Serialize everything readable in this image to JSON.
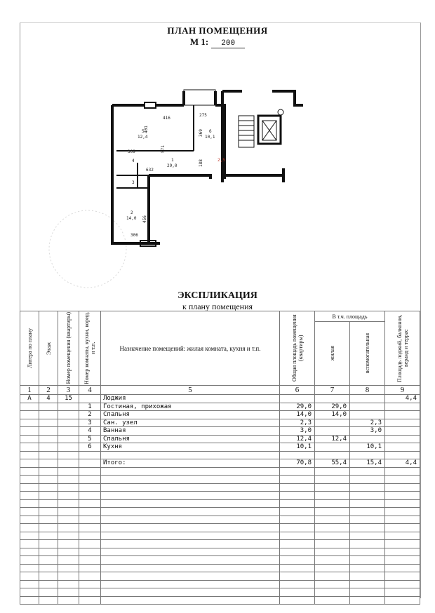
{
  "header": {
    "title": "ПЛАН ПОМЕЩЕНИЯ",
    "scale_prefix": "М 1:",
    "scale_value": "200"
  },
  "plan": {
    "rooms": [
      {
        "no": "5",
        "area": "12,4"
      },
      {
        "no": "6",
        "area": "10,1"
      },
      {
        "no": "1",
        "area": "29,0"
      },
      {
        "no": "4",
        "area": ""
      },
      {
        "no": "3",
        "area": ""
      },
      {
        "no": "2",
        "area": "14,0"
      }
    ],
    "dims": [
      "416",
      "275",
      "401",
      "369",
      "571",
      "309",
      "188",
      "632",
      "456",
      "306"
    ],
    "door_mark": "2,5"
  },
  "explication": {
    "title": "ЭКСПЛИКАЦИЯ",
    "subtitle": "к плану помещения",
    "headers": {
      "c1": "Литера по плану",
      "c2": "Этаж",
      "c3": "Номер помещения (квартиры)",
      "c4": "Номер комнаты, кухни, корид. и т.п.",
      "c5": "Назначение помещений: жилая комната, кухня и т.п.",
      "c6": "Общая площадь помещения (квартиры)",
      "group": "В т.ч. площадь",
      "c7": "жилая",
      "c8": "вспомогательная",
      "c9": "Площадь лоджий, балконов, веранд и террас"
    },
    "col_numbers": [
      "1",
      "2",
      "3",
      "4",
      "5",
      "6",
      "7",
      "8",
      "9"
    ],
    "rows": [
      {
        "lit": "А",
        "floor": "4",
        "apt": "15",
        "room": "",
        "name": "Лоджия",
        "total": "",
        "living": "",
        "aux": "",
        "loggia": "4,4"
      },
      {
        "lit": "",
        "floor": "",
        "apt": "",
        "room": "1",
        "name": "Гостиная, прихожая",
        "total": "29,0",
        "living": "29,0",
        "aux": "",
        "loggia": ""
      },
      {
        "lit": "",
        "floor": "",
        "apt": "",
        "room": "2",
        "name": "Спальня",
        "total": "14,0",
        "living": "14,0",
        "aux": "",
        "loggia": ""
      },
      {
        "lit": "",
        "floor": "",
        "apt": "",
        "room": "3",
        "name": "Сан. узел",
        "total": "2,3",
        "living": "",
        "aux": "2,3",
        "loggia": ""
      },
      {
        "lit": "",
        "floor": "",
        "apt": "",
        "room": "4",
        "name": "Ванная",
        "total": "3,0",
        "living": "",
        "aux": "3,0",
        "loggia": ""
      },
      {
        "lit": "",
        "floor": "",
        "apt": "",
        "room": "5",
        "name": "Спальня",
        "total": "12,4",
        "living": "12,4",
        "aux": "",
        "loggia": ""
      },
      {
        "lit": "",
        "floor": "",
        "apt": "",
        "room": "6",
        "name": "Кухня",
        "total": "10,1",
        "living": "",
        "aux": "10,1",
        "loggia": ""
      },
      {
        "lit": "",
        "floor": "",
        "apt": "",
        "room": "",
        "name": "",
        "total": "",
        "living": "",
        "aux": "",
        "loggia": ""
      },
      {
        "lit": "",
        "floor": "",
        "apt": "",
        "room": "",
        "name": "Итого:",
        "total": "70,8",
        "living": "55,4",
        "aux": "15,4",
        "loggia": "4,4"
      }
    ],
    "blank_rows": 17
  }
}
